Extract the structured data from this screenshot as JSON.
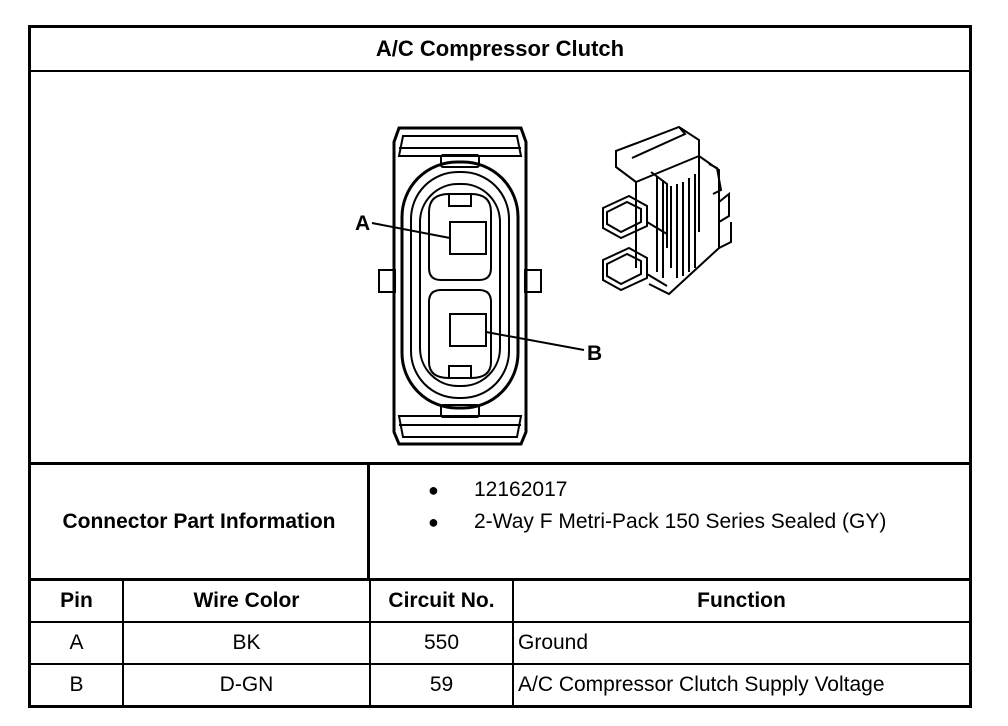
{
  "document": {
    "title": "A/C Compressor Clutch"
  },
  "figure": {
    "callouts": {
      "a": "A",
      "b": "B"
    }
  },
  "connector_part_information": {
    "label": "Connector Part Information",
    "items": [
      "12162017",
      "2-Way F Metri-Pack 150 Series Sealed (GY)"
    ],
    "bullet": "●"
  },
  "pin_table": {
    "headers": {
      "pin": "Pin",
      "wire_color": "Wire Color",
      "circuit_no": "Circuit No.",
      "function": "Function"
    },
    "rows": [
      {
        "pin": "A",
        "wire_color": "BK",
        "circuit_no": "550",
        "function": "Ground"
      },
      {
        "pin": "B",
        "wire_color": "D-GN",
        "circuit_no": "59",
        "function": "A/C Compressor Clutch Supply Voltage"
      }
    ]
  }
}
